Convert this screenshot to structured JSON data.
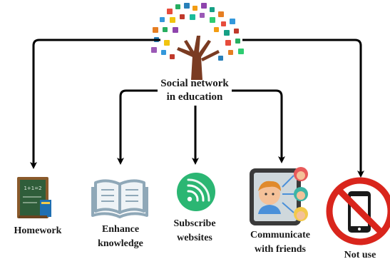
{
  "diagram": {
    "root": {
      "line1": "Social network",
      "line2": "in education"
    },
    "nodes": [
      {
        "id": "homework",
        "lines": [
          "Homework"
        ],
        "icon": "chalkboard-icon"
      },
      {
        "id": "enhance",
        "lines": [
          "Enhance",
          "knowledge"
        ],
        "icon": "open-book-icon"
      },
      {
        "id": "subscribe",
        "lines": [
          "Subscribe",
          "websites"
        ],
        "icon": "rss-feed-icon"
      },
      {
        "id": "communicate",
        "lines": [
          "Communicate",
          "with friends"
        ],
        "icon": "video-chat-icon"
      },
      {
        "id": "notuse",
        "lines": [
          "Not use"
        ],
        "icon": "no-phone-icon"
      }
    ]
  },
  "colors": {
    "arrow": "#000000",
    "tree_trunk": "#7a3b22",
    "chalkboard": "#2f5d3a",
    "book": "#8fa8b8",
    "rss": "#2bb673",
    "tablet": "#3a3a3a",
    "no_sign": "#d9251c"
  }
}
